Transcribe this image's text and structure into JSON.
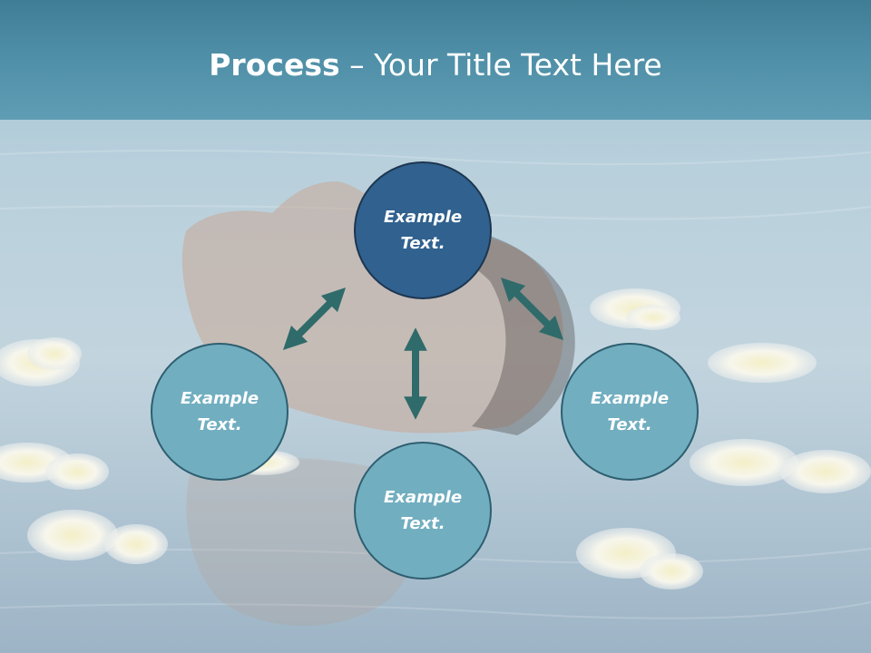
{
  "title": {
    "bold": "Process",
    "rest": " – Your Title Text Here"
  },
  "nodes": {
    "top": "Example\nText.",
    "left": "Example\nText.",
    "right": "Example\nText.",
    "bottom": "Example\nText."
  },
  "colors": {
    "header": "#4e8ea6",
    "center_node": "#30618f",
    "satellite_node": "#71aec0",
    "arrow": "#2f6b6a"
  }
}
